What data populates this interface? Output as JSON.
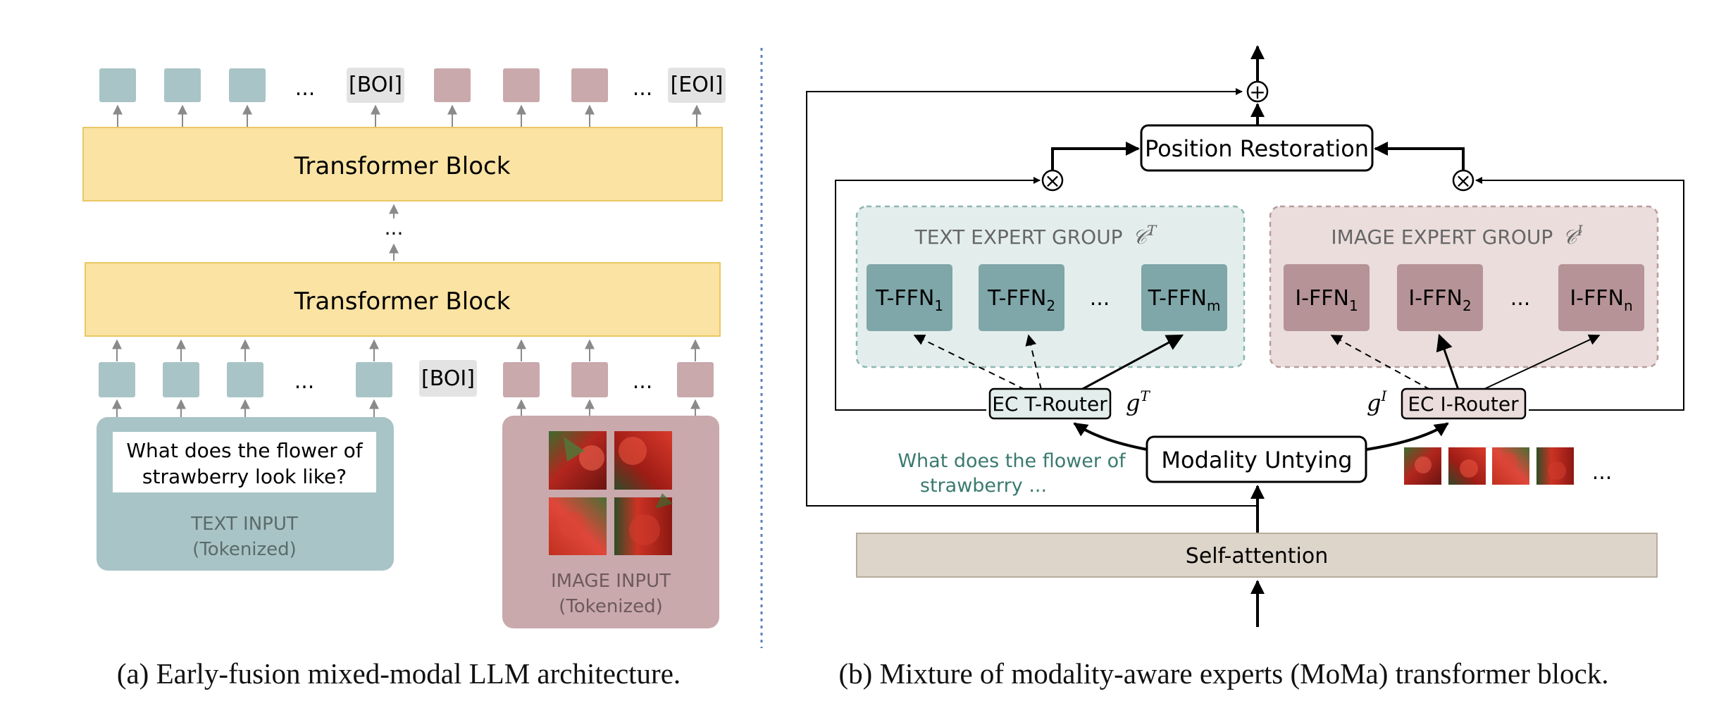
{
  "panel_a": {
    "caption": "(a) Early-fusion mixed-modal LLM architecture.",
    "transformer_block_top": "Transformer Block",
    "transformer_block_bottom": "Transformer Block",
    "vertical_ellipsis": "...",
    "top_row": {
      "ellipsis_1": "...",
      "boi": "[BOI]",
      "ellipsis_2": "...",
      "eoi": "[EOI]"
    },
    "bottom_row": {
      "ellipsis_1": "...",
      "boi": "[BOI]",
      "ellipsis_2": "..."
    },
    "text_input": {
      "prompt_line1": "What does the flower of",
      "prompt_line2": "strawberry look like?",
      "label_line1": "TEXT INPUT",
      "label_line2": "(Tokenized)"
    },
    "image_input": {
      "label_line1": "IMAGE INPUT",
      "label_line2": "(Tokenized)"
    }
  },
  "panel_b": {
    "caption": "(b) Mixture of modality-aware experts (MoMa) transformer block.",
    "position_restoration": "Position Restoration",
    "text_expert_group": {
      "label": "TEXT EXPERT GROUP",
      "symbol": "𝒞",
      "sup": "T"
    },
    "image_expert_group": {
      "label": "IMAGE EXPERT GROUP",
      "symbol": "𝒞",
      "sup": "I"
    },
    "text_experts": [
      {
        "base": "T-FFN",
        "sub": "1"
      },
      {
        "base": "T-FFN",
        "sub": "2"
      },
      {
        "base": "T-FFN",
        "sub": "m"
      }
    ],
    "text_experts_ellipsis": "...",
    "image_experts": [
      {
        "base": "I-FFN",
        "sub": "1"
      },
      {
        "base": "I-FFN",
        "sub": "2"
      },
      {
        "base": "I-FFN",
        "sub": "n"
      }
    ],
    "image_experts_ellipsis": "...",
    "text_router": "EC T-Router",
    "image_router": "EC I-Router",
    "gate_text": {
      "base": "g",
      "sup": "T"
    },
    "gate_image": {
      "base": "g",
      "sup": "I"
    },
    "modality_untying": "Modality Untying",
    "self_attention": "Self-attention",
    "text_tokens_line1": "What does the flower of",
    "text_tokens_line2": "strawberry ...",
    "image_tokens_ellipsis": "...",
    "plus_symbol": "+",
    "times_symbol": "×"
  },
  "colors": {
    "text_token": "#A9C4C6",
    "image_token": "#C9A9AC",
    "special_token": "#E3E3E3",
    "transformer_fill": "#FAE3A3",
    "transformer_stroke": "#EAC764",
    "text_input_fill": "#A9C4C6",
    "image_input_fill": "#C9A9AC",
    "text_expert": "#7FA6A8",
    "image_expert": "#B69396",
    "text_group_fill": "#E3EEEC",
    "image_group_fill": "#EADDDC",
    "self_attention_fill": "#DDD5CA",
    "divider": "#5B7FC4",
    "text_token_caption": "#3A7A6E"
  }
}
